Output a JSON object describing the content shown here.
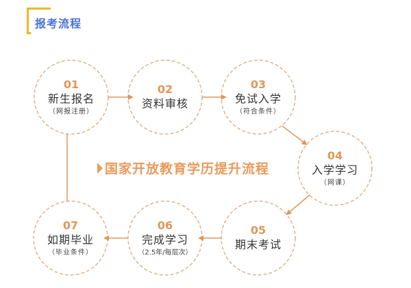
{
  "header": {
    "title": "报考流程"
  },
  "center_title": "国家开放教育学历提升流程",
  "colors": {
    "accent": "#e0975a",
    "title": "#4a72d8",
    "bracket": "#f0b429",
    "circle": "#dcb38c"
  },
  "steps": [
    {
      "num": "01",
      "label": "新生报名",
      "note": "（网报注册）"
    },
    {
      "num": "02",
      "label": "资料审核",
      "note": ""
    },
    {
      "num": "03",
      "label": "免试入学",
      "note": "（符合条件）"
    },
    {
      "num": "04",
      "label": "入学学习",
      "note": "（网课）"
    },
    {
      "num": "05",
      "label": "期末考试",
      "note": ""
    },
    {
      "num": "06",
      "label": "完成学习",
      "note": "（2.5年/每层次）"
    },
    {
      "num": "07",
      "label": "如期毕业",
      "note": "（毕业条件）"
    }
  ]
}
